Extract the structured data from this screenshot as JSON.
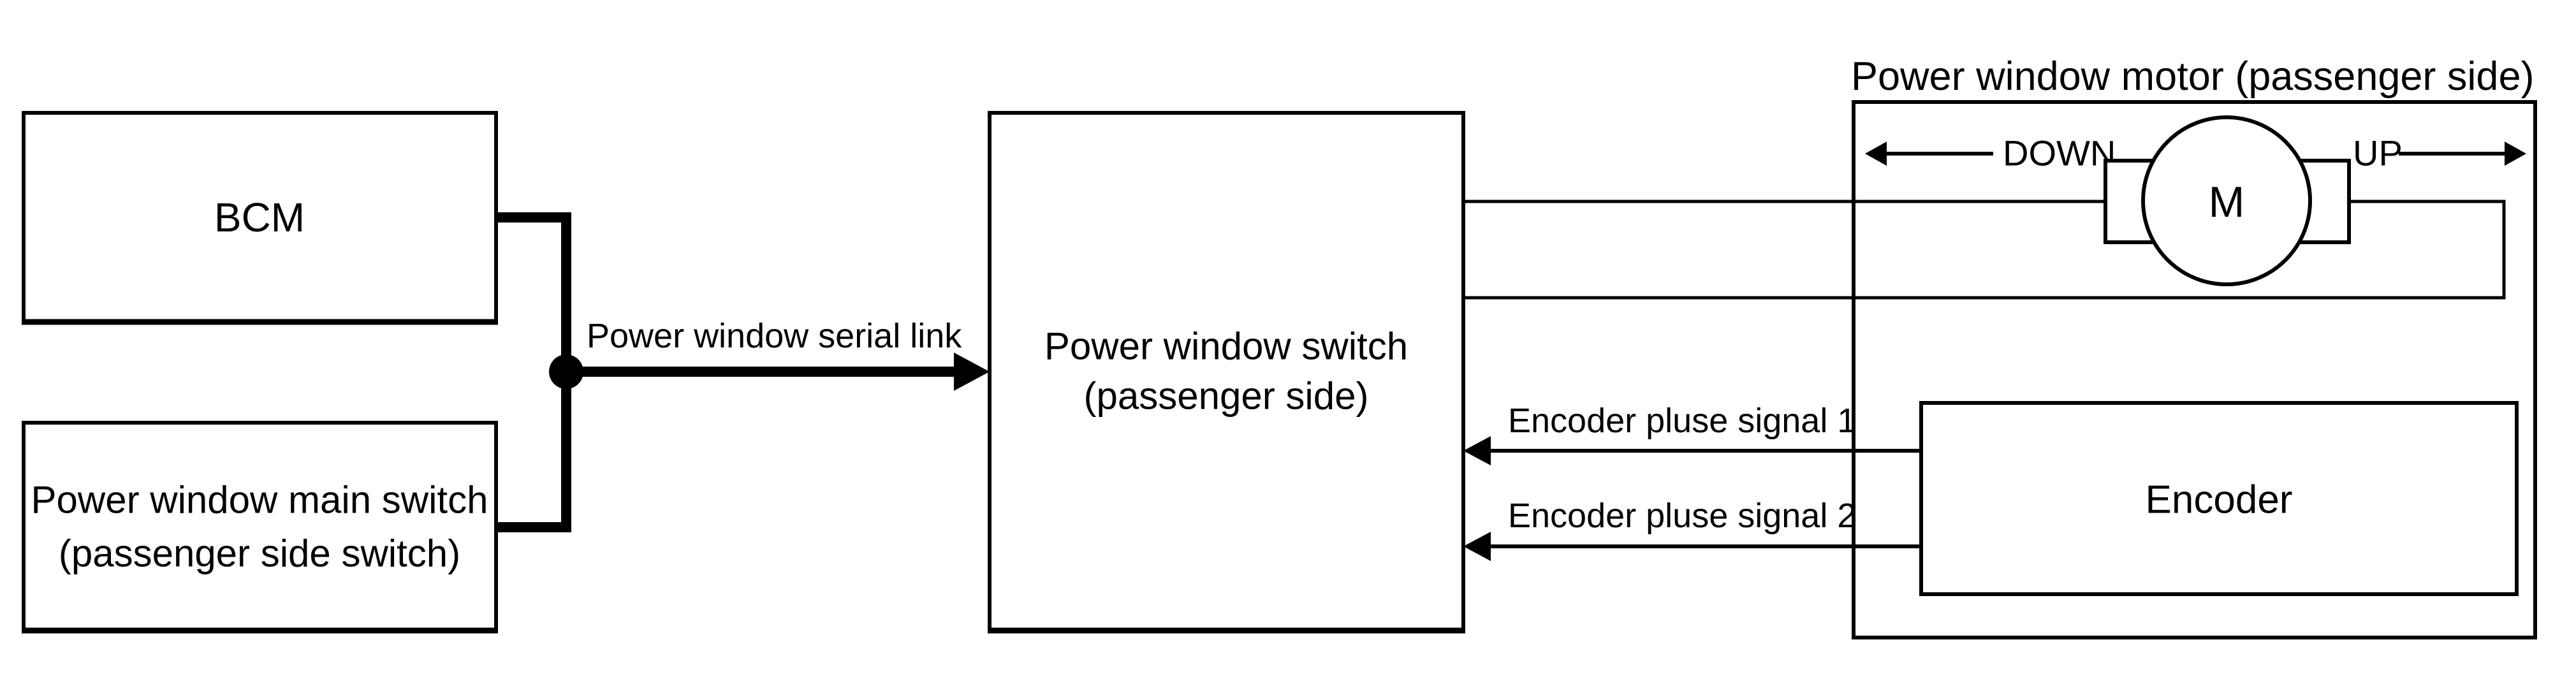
{
  "colors": {
    "ink": "#000000",
    "background": "#ffffff"
  },
  "blocks": {
    "bcm": {
      "label": "BCM"
    },
    "main_switch": {
      "line1": "Power window main switch",
      "line2": "(passenger side switch)"
    },
    "passenger_switch": {
      "line1": "Power window switch",
      "line2": "(passenger side)"
    },
    "motor_assembly": {
      "title": "Power window motor (passenger side)",
      "motor_symbol": "M",
      "down_label": "DOWN",
      "up_label": "UP"
    },
    "encoder": {
      "label": "Encoder"
    }
  },
  "wires": {
    "serial_link": {
      "label": "Power window serial link"
    },
    "encoder_signal_1": {
      "label": "Encoder pluse signal 1"
    },
    "encoder_signal_2": {
      "label": "Encoder pluse signal 2"
    }
  }
}
